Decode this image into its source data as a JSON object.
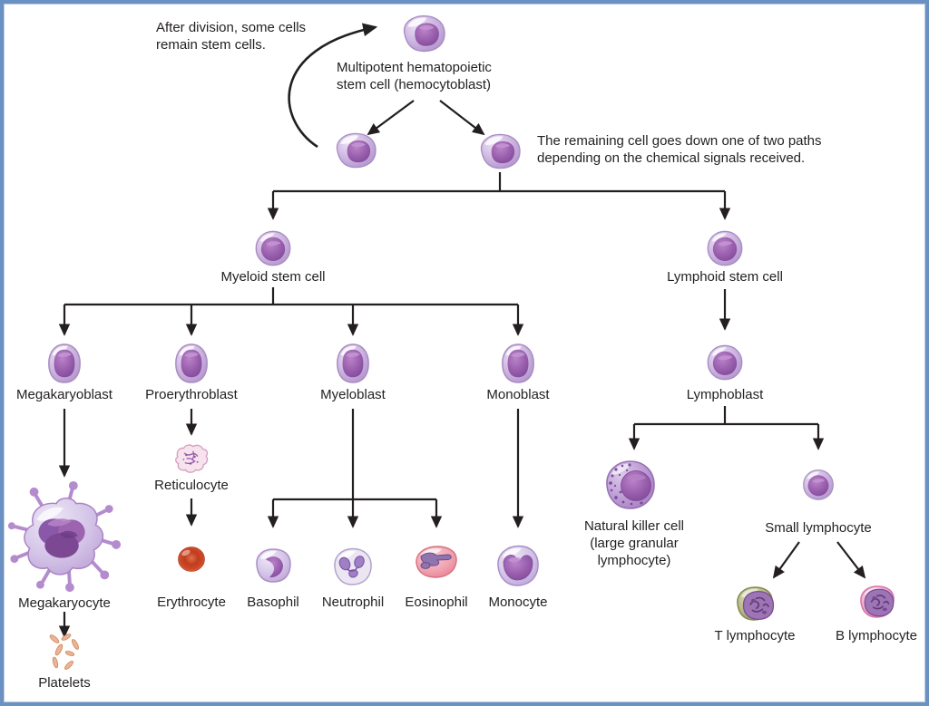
{
  "diagram_type": "hematopoiesis-lineage-flowchart",
  "annotations": {
    "after_division": "After division, some cells\nremain stem cells.",
    "remaining_cell": "The remaining cell goes down one of two paths\ndepending on the chemical signals received."
  },
  "nodes": {
    "hemocytoblast": "Multipotent hematopoietic\nstem cell (hemocytoblast)",
    "myeloid_stem_cell": "Myeloid stem cell",
    "lymphoid_stem_cell": "Lymphoid stem cell",
    "megakaryoblast": "Megakaryoblast",
    "proerythroblast": "Proerythroblast",
    "myeloblast": "Myeloblast",
    "monoblast": "Monoblast",
    "lymphoblast": "Lymphoblast",
    "megakaryocyte": "Megakaryocyte",
    "platelets": "Platelets",
    "reticulocyte": "Reticulocyte",
    "erythrocyte": "Erythrocyte",
    "basophil": "Basophil",
    "neutrophil": "Neutrophil",
    "eosinophil": "Eosinophil",
    "monocyte": "Monocyte",
    "natural_killer_cell": "Natural killer cell\n(large granular\nlymphocyte)",
    "small_lymphocyte": "Small lymphocyte",
    "t_lymphocyte": "T lymphocyte",
    "b_lymphocyte": "B lymphocyte"
  },
  "edges": [
    "hemocytoblast -> daughter_cell_left",
    "hemocytoblast -> daughter_cell_right",
    "daughter_cell_left -> hemocytoblast (after division, remains stem cell)",
    "daughter_cell_right -> myeloid_stem_cell",
    "daughter_cell_right -> lymphoid_stem_cell",
    "myeloid_stem_cell -> megakaryoblast",
    "myeloid_stem_cell -> proerythroblast",
    "myeloid_stem_cell -> myeloblast",
    "myeloid_stem_cell -> monoblast",
    "megakaryoblast -> megakaryocyte",
    "megakaryocyte -> platelets",
    "proerythroblast -> reticulocyte",
    "reticulocyte -> erythrocyte",
    "myeloblast -> basophil",
    "myeloblast -> neutrophil",
    "myeloblast -> eosinophil",
    "monoblast -> monocyte",
    "lymphoid_stem_cell -> lymphoblast",
    "lymphoblast -> natural_killer_cell",
    "lymphoblast -> small_lymphocyte",
    "small_lymphocyte -> t_lymphocyte",
    "small_lymphocyte -> b_lymphocyte"
  ],
  "colors": {
    "frame_border": "#6b91c2",
    "text": "#231f20",
    "arrow": "#231f20",
    "cell_cytoplasm_lavender": "#cdb6e1",
    "cell_nucleus_purple": "#9c62b0",
    "erythrocyte_red": "#c64424",
    "eosinophil_pink": "#ee8d9d",
    "t_lymphocyte_green": "#a3aa6d",
    "b_lymphocyte_pink": "#ee9ac6",
    "platelet_salmon": "#e7b193"
  }
}
